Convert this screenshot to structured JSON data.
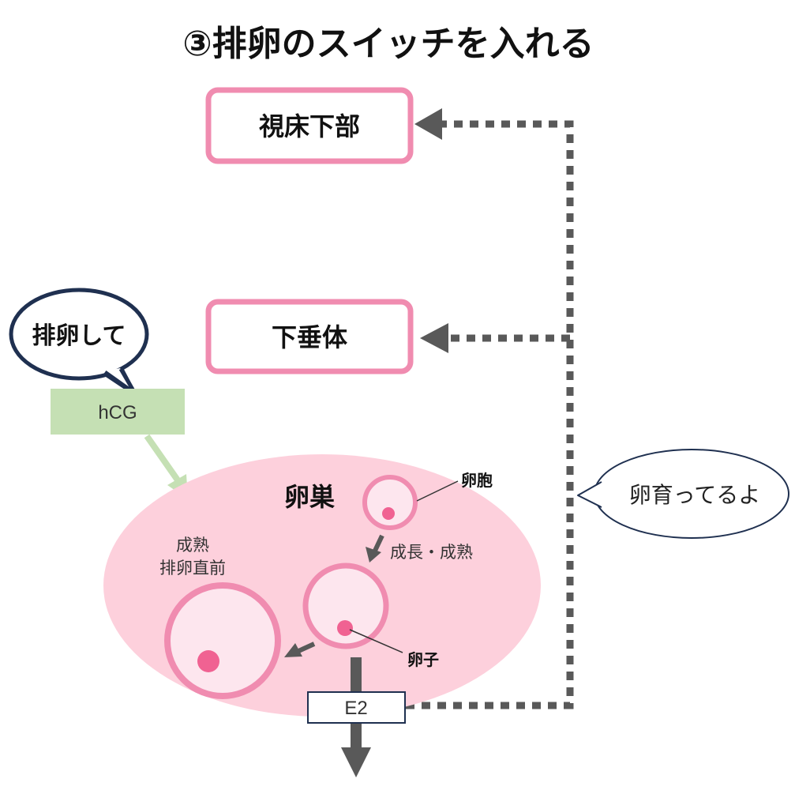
{
  "title": "③排卵のスイッチを入れる",
  "boxes": {
    "hypothalamus": "視床下部",
    "pituitary": "下垂体"
  },
  "speech": {
    "ovulate": "排卵して",
    "growing": "卵育ってるよ"
  },
  "hormones": {
    "hcg": "hCG",
    "e2": "E2"
  },
  "ovary": {
    "title": "卵巣",
    "follicle_label": "卵胞",
    "growth_label": "成長・成熟",
    "mature_line1": "成熟",
    "mature_line2": "排卵直前",
    "egg_label": "卵子"
  },
  "colors": {
    "pink_border": "#f08cb0",
    "pink_fill": "#fdd0dc",
    "pink_dot": "#f06292",
    "hcg_fill": "#c5e0b4",
    "hcg_arrow": "#c5e0b4",
    "navy_border": "#1f3050",
    "gray_arrow": "#595959"
  }
}
